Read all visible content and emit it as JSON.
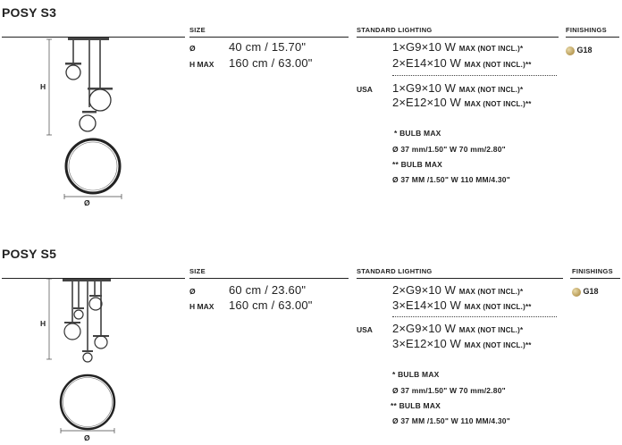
{
  "sections": [
    {
      "title": "POSY S3",
      "headers": {
        "size": "SIZE",
        "lighting": "STANDARD LIGHTING",
        "finishings": "FINISHINGS"
      },
      "size": {
        "diameter_label": "Ø",
        "diameter_value": "40 cm / 15.70\"",
        "height_label": "H MAX",
        "height_value": "160 cm / 63.00\""
      },
      "lighting": {
        "std": [
          {
            "main": "1×G9×10 W",
            "max": "MAX (NOT INCL.)",
            "star": "*"
          },
          {
            "main": "2×E14×10 W",
            "max": "MAX (NOT INCL.)",
            "star": "**"
          }
        ],
        "usa_label": "USA",
        "usa": [
          {
            "main": "1×G9×10 W",
            "max": "MAX (NOT INCL.)",
            "star": "*"
          },
          {
            "main": "2×E12×10 W",
            "max": "MAX (NOT INCL.)",
            "star": "**"
          }
        ],
        "notes": [
          "* BULB MAX",
          "Ø 37 mm/1.50\"  W 70 mm/2.80\"",
          "** BULB MAX",
          "Ø 37 MM /1.50\"  W 110 MM/4.30\""
        ]
      },
      "finishing": {
        "code": "G18",
        "color": "#b89a55"
      },
      "dimension_labels": {
        "h": "H",
        "d": "Ø"
      }
    },
    {
      "title": "POSY S5",
      "headers": {
        "size": "SIZE",
        "lighting": "STANDARD LIGHTING",
        "finishings": "FINISHINGS"
      },
      "size": {
        "diameter_label": "Ø",
        "diameter_value": "60 cm / 23.60\"",
        "height_label": "H MAX",
        "height_value": "160 cm / 63.00\""
      },
      "lighting": {
        "std": [
          {
            "main": "2×G9×10 W",
            "max": "MAX (NOT INCL.)",
            "star": "*"
          },
          {
            "main": "3×E14×10 W",
            "max": "MAX (NOT INCL.)",
            "star": "**"
          }
        ],
        "usa_label": "USA",
        "usa": [
          {
            "main": "2×G9×10 W",
            "max": "MAX (NOT INCL.)",
            "star": "*"
          },
          {
            "main": "3×E12×10 W",
            "max": "MAX (NOT INCL.)",
            "star": "**"
          }
        ],
        "notes": [
          "* BULB MAX",
          "Ø 37 mm/1.50\"  W 70 mm/2.80\"",
          "** BULB MAX",
          "Ø 37 MM /1.50\"  W 110 MM/4.30\""
        ]
      },
      "finishing": {
        "code": "G18",
        "color": "#b89a55"
      },
      "dimension_labels": {
        "h": "H",
        "d": "Ø"
      }
    }
  ]
}
